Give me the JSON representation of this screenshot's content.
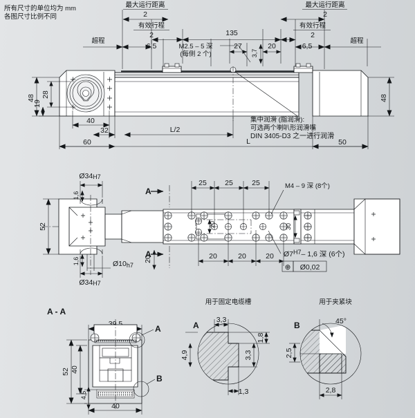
{
  "header_note": {
    "line1": "所有尺寸的单位均为 mm",
    "line2": "各图尺寸比例不同"
  },
  "views": {
    "top": {
      "name": "side-elevation-view",
      "dimensions": {
        "max_travel_label": "最大运行距离",
        "max_travel_denominator": "2",
        "effective_stroke_label": "有效行程",
        "effective_stroke_denominator": "2",
        "overtravel_left": "超程",
        "overtravel_right": "超程",
        "d_6_5_left": "6,5",
        "d_6_5_right": "6,5",
        "d_135": "135",
        "d_27": "27",
        "d_20": "20",
        "d_3_7": "3,7",
        "d_48_left": "48",
        "d_48_right": "48",
        "d_28": "28",
        "d_19": "19",
        "d_40": "40",
        "d_32": "32",
        "d_60": "60",
        "d_50": "50",
        "d_L_half": "L/2",
        "d_L": "L"
      },
      "callouts": {
        "thread": "M2.5 – 5 深",
        "thread_qty": "(每侧 2 个)",
        "lube_1": "集中润滑 (脂润滑):",
        "lube_2": "可选两个喇叭形润滑嘴",
        "lube_3": "DIN 3405-D3 之一进行润滑"
      }
    },
    "middle": {
      "name": "plan-view",
      "dimensions": {
        "d_bore_top": "Ø34",
        "d_bore_top_tol": "H7",
        "d_bore_bottom": "Ø34",
        "d_bore_bottom_tol": "H7",
        "d_1_6_top": "1,6",
        "d_1_6_bottom": "1,6",
        "d_pin": "Ø10",
        "d_pin_tol": "h7",
        "d_52": "52",
        "d_25_a": "25",
        "d_25_b": "25",
        "d_25_c": "25",
        "d_20_a": "20",
        "d_20_b": "20",
        "d_20_c": "20",
        "d_20_side": "20",
        "d_20_inner": "20",
        "d_30_outer": "30",
        "section_mark_top": "A",
        "section_mark_bottom": "A"
      },
      "callouts": {
        "thread_m4": "M4 – 9 深 (8个)",
        "hole_dia": "Ø7",
        "hole_tol": "H7",
        "hole_depth": "– 1,6 深 (6个)",
        "gdt_symbol": "⊕",
        "gdt_value": "Ø0,02"
      }
    },
    "section_aa": {
      "name": "section-a-a-view",
      "title": "A - A",
      "dimensions": {
        "d_39_5": "39,5",
        "d_52": "52",
        "d_40_inner": "40",
        "d_4_5": "4,5",
        "d_40_bottom": "40"
      },
      "detail_marks": {
        "a": "A",
        "b": "B"
      }
    },
    "detail_a": {
      "name": "detail-a-view",
      "title": "用于固定电缆槽",
      "letter": "A",
      "dimensions": {
        "d_3_3_top": "3,3",
        "d_1_8": "1,8",
        "d_3_3_right": "3,3",
        "d_4_9": "4,9",
        "d_1_3": "1,3"
      }
    },
    "detail_b": {
      "name": "detail-b-view",
      "title": "用于夹紧块",
      "letter": "B",
      "dimensions": {
        "angle_45": "45°",
        "d_2_5": "2,5",
        "d_2_8": "2,8"
      }
    }
  },
  "colors": {
    "line": "#14171a",
    "background_light": "#e3e5e7",
    "background_dark": "#ced2d5",
    "fill_white": "#ffffff"
  }
}
